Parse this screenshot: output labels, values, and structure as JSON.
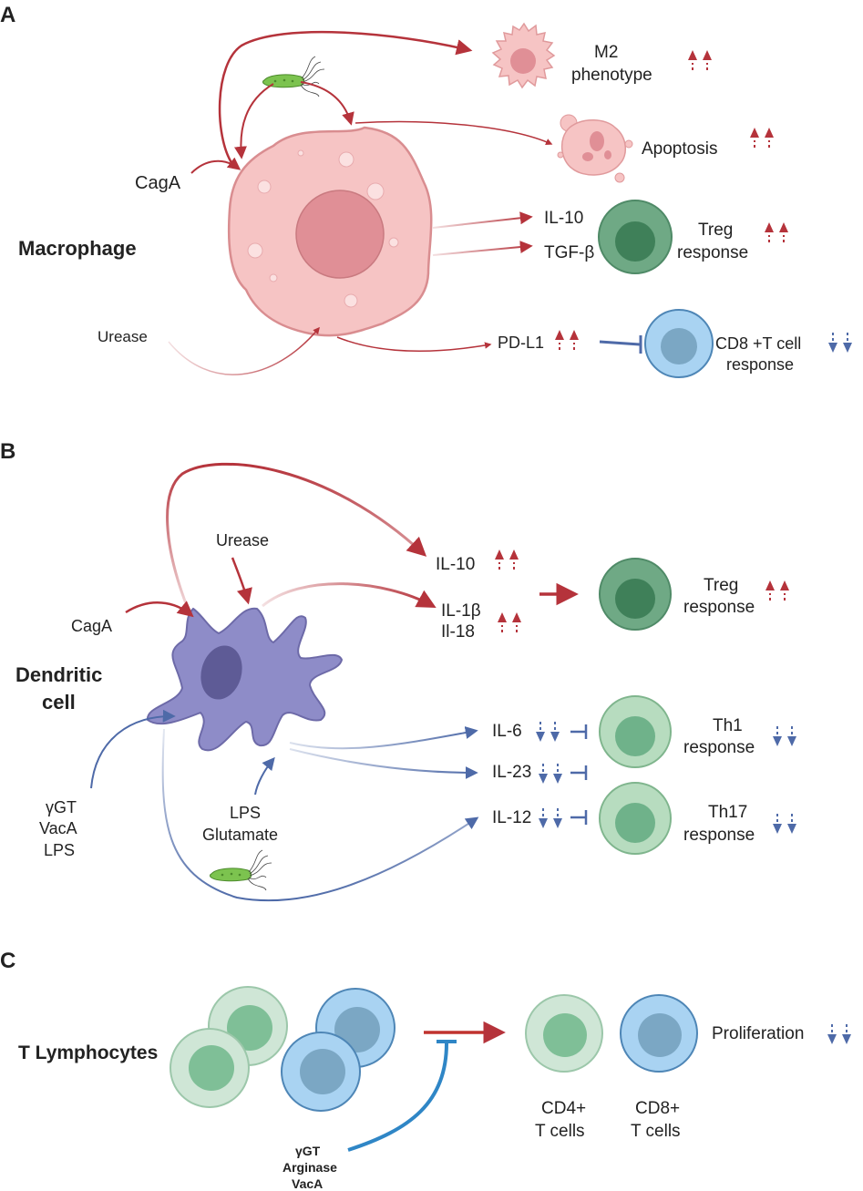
{
  "panels": {
    "a": {
      "letter": "A",
      "cell_label": "Macrophage",
      "inputs": {
        "caga": "CagA",
        "urease": "Urease"
      },
      "outputs": {
        "m2_line1": "M2",
        "m2_line2": "phenotype",
        "apoptosis": "Apoptosis",
        "il10": "IL-10",
        "tgfb": "TGF-β",
        "treg_line1": "Treg",
        "treg_line2": "response",
        "pdl1": "PD-L1",
        "cd8_line1": "CD8 +T cell",
        "cd8_line2": "response"
      }
    },
    "b": {
      "letter": "B",
      "cell_label_line1": "Dendritic",
      "cell_label_line2": "cell",
      "inputs": {
        "urease": "Urease",
        "caga": "CagA",
        "ggt": "γGT",
        "vaca": "VacA",
        "lps": "LPS",
        "lps2": "LPS",
        "glutamate": "Glutamate"
      },
      "outputs": {
        "il10": "IL-10",
        "il1b": "IL-1β",
        "il18": "Il-18",
        "il6": "IL-6",
        "il23": "IL-23",
        "il12": "IL-12",
        "treg_line1": "Treg",
        "treg_line2": "response",
        "th1_line1": "Th1",
        "th1_line2": "response",
        "th17_line1": "Th17",
        "th17_line2": "response"
      }
    },
    "c": {
      "letter": "C",
      "cell_label": "T Lymphocytes",
      "inhibitors": {
        "line1": "γGT",
        "line2": "Arginase",
        "line3": "VacA"
      },
      "outputs": {
        "cd4_line1": "CD4+",
        "cd4_line2": "T cells",
        "cd8_line1": "CD8+",
        "cd8_line2": "T cells",
        "proliferation": "Proliferation"
      }
    }
  },
  "colors": {
    "activation_red": "#b5333b",
    "inhibition_blue": "#4e6aa8",
    "macrophage_pink": "#f6c4c4",
    "dendritic_purple": "#8e8cc8",
    "treg_green": "#6fa985",
    "th_green": "#b7dcbf",
    "cd8_blue": "#a9d3f2"
  }
}
